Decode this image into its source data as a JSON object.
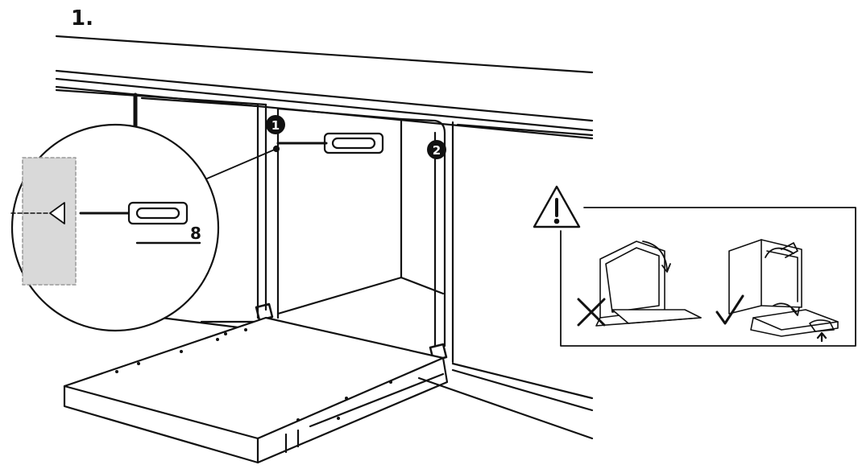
{
  "step": {
    "number": "1."
  },
  "callouts": {
    "one": "1",
    "two": "2"
  },
  "detail": {
    "screw_size": "8"
  },
  "warning": {
    "wrong_icon": "cross-mark-icon",
    "right_icon": "check-mark-icon",
    "alert_icon": "warning-triangle-icon"
  },
  "colors": {
    "line": "#111111",
    "shade": "#d9d9d9",
    "background": "#ffffff"
  }
}
